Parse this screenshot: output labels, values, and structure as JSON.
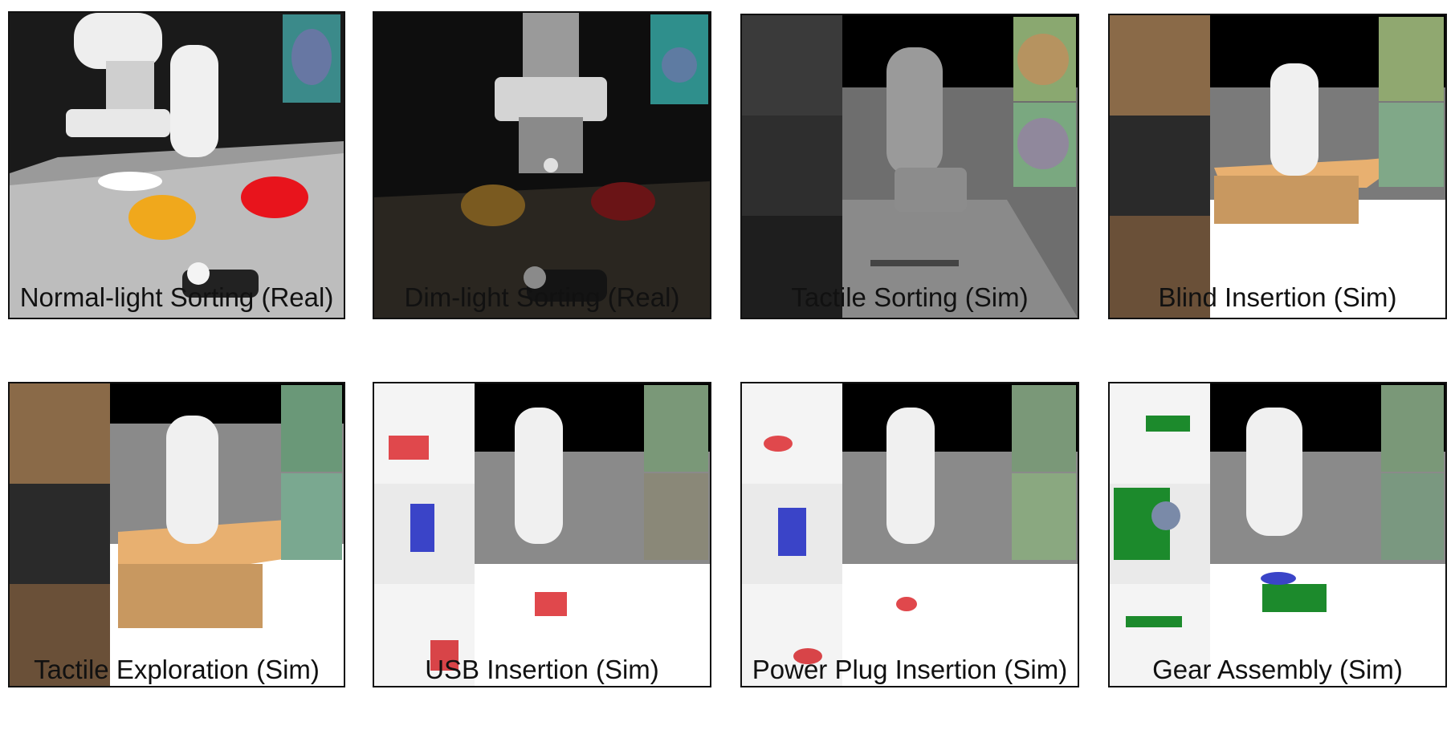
{
  "figure": {
    "panels": [
      {
        "id": "normal-light-sorting",
        "caption": "Normal-light Sorting (Real)",
        "scene": "real-bright"
      },
      {
        "id": "dim-light-sorting",
        "caption": "Dim-light Sorting (Real)",
        "scene": "real-dim"
      },
      {
        "id": "tactile-sorting",
        "caption": "Tactile Sorting (Sim)",
        "scene": "sim-sorting"
      },
      {
        "id": "blind-insertion",
        "caption": "Blind Insertion (Sim)",
        "scene": "sim-box"
      },
      {
        "id": "tactile-exploration",
        "caption": "Tactile Exploration (Sim)",
        "scene": "sim-box-explore"
      },
      {
        "id": "usb-insertion",
        "caption": "USB Insertion (Sim)",
        "scene": "sim-usb"
      },
      {
        "id": "power-plug-insertion",
        "caption": "Power Plug Insertion (Sim)",
        "scene": "sim-plug"
      },
      {
        "id": "gear-assembly",
        "caption": "Gear Assembly (Sim)",
        "scene": "sim-gear"
      }
    ],
    "colors": {
      "bowl_yellow": "#f0a81c",
      "bowl_red": "#e8141c",
      "box_cardboard": "#e8b070",
      "usb_block": "#e0484c",
      "gear_blue": "#3a44c8",
      "board_green": "#1c8a2c"
    }
  }
}
